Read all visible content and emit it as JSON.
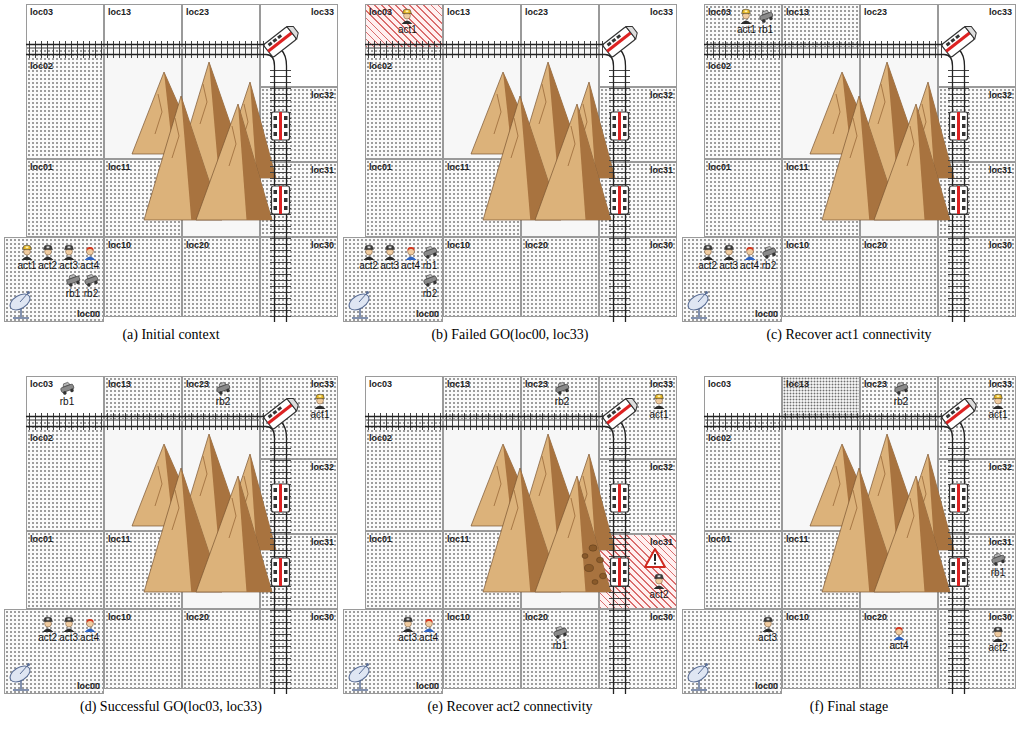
{
  "diagram": {
    "nodes": [
      {
        "text": [
          "(a) Initial context"
        ]
      },
      {
        "text": [
          "loc03"
        ],
        "in": 0
      },
      {
        "text": [
          "loc13"
        ],
        "in": 0
      },
      {
        "text": [
          "loc23"
        ],
        "in": 0
      },
      {
        "text": [
          "loc33"
        ],
        "in": 0
      },
      {
        "text": [
          "loc02"
        ],
        "in": 0
      },
      {
        "text": [
          "loc32"
        ],
        "in": 0
      },
      {
        "text": [
          "loc01"
        ],
        "in": 0
      },
      {
        "text": [
          "loc11"
        ],
        "in": 0
      },
      {
        "text": [
          "loc31"
        ],
        "in": 0
      },
      {
        "text": [
          "loc00",
          "act1",
          "act2",
          "act3",
          "act4",
          "rb1",
          "rb2"
        ],
        "in": 0
      },
      {
        "text": [
          "loc10"
        ],
        "in": 0
      },
      {
        "text": [
          "loc20"
        ],
        "in": 0
      },
      {
        "text": [
          "loc30"
        ],
        "in": 0
      },
      {
        "text": [
          "(b) Failed GO(loc00, loc33)"
        ]
      },
      {
        "text": [
          "loc03",
          "act1"
        ],
        "in": 14
      },
      {
        "text": [
          "loc13"
        ],
        "in": 14
      },
      {
        "text": [
          "loc23"
        ],
        "in": 14
      },
      {
        "text": [
          "loc33"
        ],
        "in": 14
      },
      {
        "text": [
          "loc02"
        ],
        "in": 14
      },
      {
        "text": [
          "loc32"
        ],
        "in": 14
      },
      {
        "text": [
          "loc01"
        ],
        "in": 14
      },
      {
        "text": [
          "loc11"
        ],
        "in": 14
      },
      {
        "text": [
          "loc31"
        ],
        "in": 14
      },
      {
        "text": [
          "loc00",
          "act2",
          "act3",
          "act4",
          "rb1",
          "rb2"
        ],
        "in": 14
      },
      {
        "text": [
          "loc10"
        ],
        "in": 14
      },
      {
        "text": [
          "loc20"
        ],
        "in": 14
      },
      {
        "text": [
          "loc30"
        ],
        "in": 14
      },
      {
        "text": [
          "(c) Recover act1 connectivity"
        ]
      },
      {
        "text": [
          "loc03",
          "act1",
          "rb1"
        ],
        "in": 28
      },
      {
        "text": [
          "loc13"
        ],
        "in": 28
      },
      {
        "text": [
          "loc23"
        ],
        "in": 28
      },
      {
        "text": [
          "loc33"
        ],
        "in": 28
      },
      {
        "text": [
          "loc02"
        ],
        "in": 28
      },
      {
        "text": [
          "loc32"
        ],
        "in": 28
      },
      {
        "text": [
          "loc01"
        ],
        "in": 28
      },
      {
        "text": [
          "loc11"
        ],
        "in": 28
      },
      {
        "text": [
          "loc31"
        ],
        "in": 28
      },
      {
        "text": [
          "loc00",
          "act2",
          "act3",
          "act4",
          "rb2"
        ],
        "in": 28
      },
      {
        "text": [
          "loc10"
        ],
        "in": 28
      },
      {
        "text": [
          "loc20"
        ],
        "in": 28
      },
      {
        "text": [
          "loc30"
        ],
        "in": 28
      },
      {
        "text": [
          "(d) Successful GO(loc03, loc33)"
        ]
      },
      {
        "text": [
          "loc03",
          "rb1"
        ],
        "in": 42
      },
      {
        "text": [
          "loc13"
        ],
        "in": 42
      },
      {
        "text": [
          "loc23",
          "rb2"
        ],
        "in": 42
      },
      {
        "text": [
          "loc33",
          "act1"
        ],
        "in": 42
      },
      {
        "text": [
          "loc02"
        ],
        "in": 42
      },
      {
        "text": [
          "loc32"
        ],
        "in": 42
      },
      {
        "text": [
          "loc01"
        ],
        "in": 42
      },
      {
        "text": [
          "loc11"
        ],
        "in": 42
      },
      {
        "text": [
          "loc31"
        ],
        "in": 42
      },
      {
        "text": [
          "loc00",
          "act2",
          "act3",
          "act4"
        ],
        "in": 42
      },
      {
        "text": [
          "loc10"
        ],
        "in": 42
      },
      {
        "text": [
          "loc20"
        ],
        "in": 42
      },
      {
        "text": [
          "loc30"
        ],
        "in": 42
      },
      {
        "text": [
          "(e) Recover act2 connectivity"
        ]
      },
      {
        "text": [
          "loc03"
        ],
        "in": 56
      },
      {
        "text": [
          "loc13"
        ],
        "in": 56
      },
      {
        "text": [
          "loc23",
          "rb2"
        ],
        "in": 56
      },
      {
        "text": [
          "loc33",
          "act1"
        ],
        "in": 56
      },
      {
        "text": [
          "loc02"
        ],
        "in": 56
      },
      {
        "text": [
          "loc32"
        ],
        "in": 56
      },
      {
        "text": [
          "loc01"
        ],
        "in": 56
      },
      {
        "text": [
          "loc11"
        ],
        "in": 56
      },
      {
        "text": [
          "loc31",
          "act2"
        ],
        "in": 56
      },
      {
        "text": [
          "loc00",
          "act3",
          "act4"
        ],
        "in": 56
      },
      {
        "text": [
          "loc10"
        ],
        "in": 56
      },
      {
        "text": [
          "loc20",
          "rb1"
        ],
        "in": 56
      },
      {
        "text": [
          "loc30"
        ],
        "in": 56
      },
      {
        "text": [
          "(f) Final stage"
        ]
      },
      {
        "text": [
          "loc03"
        ],
        "in": 70
      },
      {
        "text": [
          "loc13"
        ],
        "in": 70
      },
      {
        "text": [
          "loc23",
          "rb2"
        ],
        "in": 70
      },
      {
        "text": [
          "loc33",
          "act1"
        ],
        "in": 70
      },
      {
        "text": [
          "loc02"
        ],
        "in": 70
      },
      {
        "text": [
          "loc32"
        ],
        "in": 70
      },
      {
        "text": [
          "loc01"
        ],
        "in": 70
      },
      {
        "text": [
          "loc11"
        ],
        "in": 70
      },
      {
        "text": [
          "loc31",
          "rb1"
        ],
        "in": 70
      },
      {
        "text": [
          "loc00",
          "act3"
        ],
        "in": 70
      },
      {
        "text": [
          "loc10"
        ],
        "in": 70
      },
      {
        "text": [
          "loc20",
          "act4"
        ],
        "in": 70
      },
      {
        "text": [
          "loc30",
          "act2"
        ],
        "in": 70
      }
    ]
  }
}
